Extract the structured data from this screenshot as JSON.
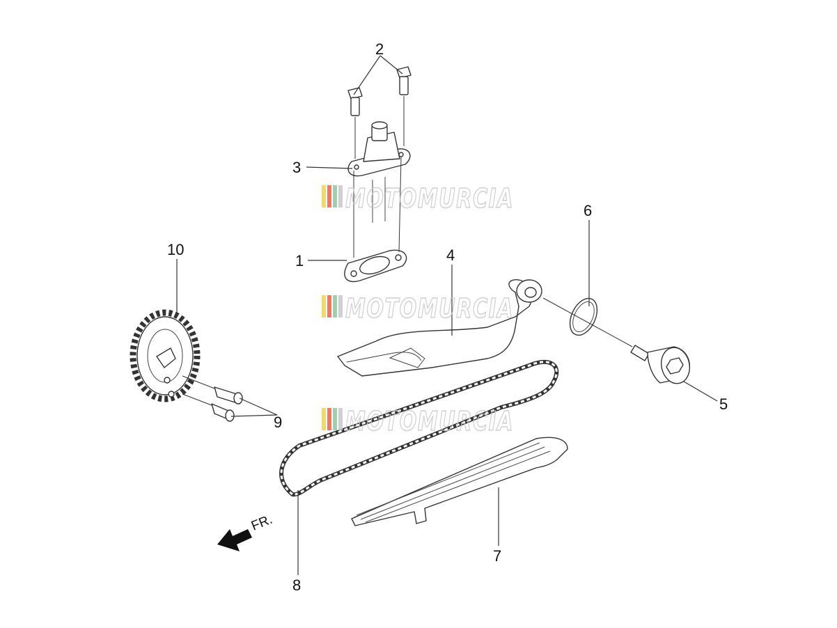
{
  "diagram": {
    "callouts": [
      {
        "id": "1",
        "label": "1"
      },
      {
        "id": "2",
        "label": "2"
      },
      {
        "id": "3",
        "label": "3"
      },
      {
        "id": "4",
        "label": "4"
      },
      {
        "id": "5",
        "label": "5"
      },
      {
        "id": "6",
        "label": "6"
      },
      {
        "id": "7",
        "label": "7"
      },
      {
        "id": "8",
        "label": "8"
      },
      {
        "id": "9",
        "label": "9"
      },
      {
        "id": "10",
        "label": "10"
      }
    ],
    "direction_label": "FR.",
    "watermark": {
      "text": "MOTOMURCIA",
      "stripe_colors": [
        "#f2d25a",
        "#e8614f",
        "#8fc7a0",
        "#c8c8c8"
      ]
    }
  }
}
